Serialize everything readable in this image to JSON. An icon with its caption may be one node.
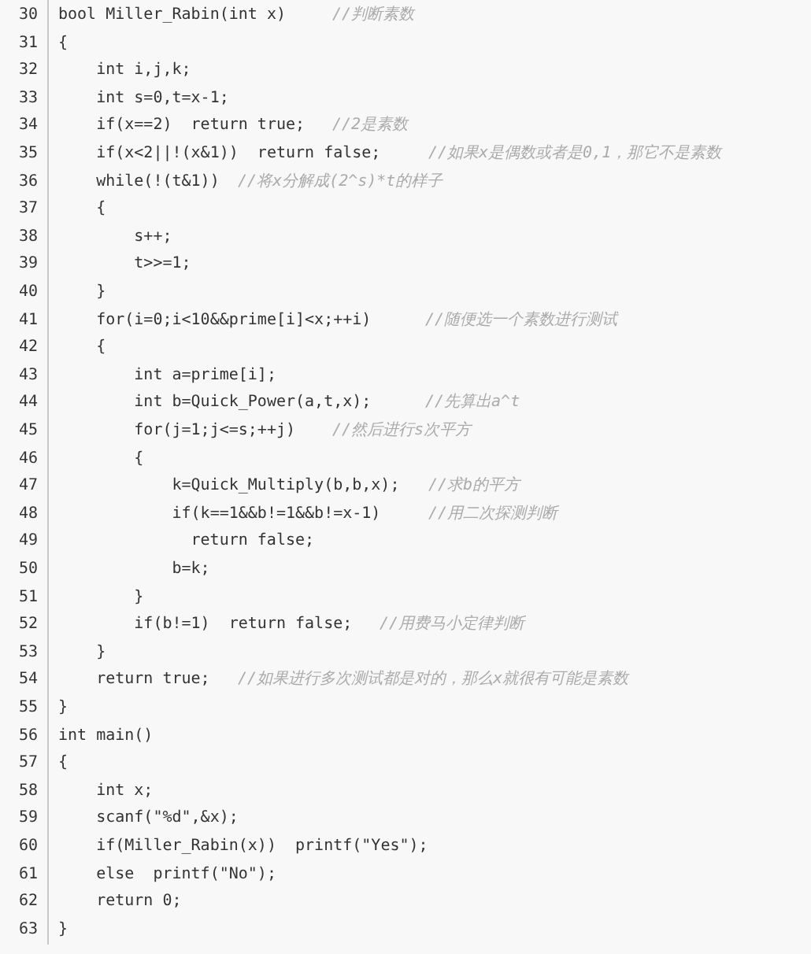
{
  "diagram": {
    "labels": [
      "30",
      "bool Miller_Rabin(int x)",
      "//判断素数",
      "31",
      "{",
      "32",
      "int i,j,k;",
      "33",
      "int s=0,t=x-1;",
      "34",
      "if(x==2)  return true;",
      "//2是素数",
      "35",
      "if(x<2||!(x&1))  return false;",
      "//如果x是偶数或者是0,1，那它不是素数",
      "36",
      "while(!(t&1))",
      "//将x分解成(2^s)*t的样子",
      "37",
      "{",
      "38",
      "s++;",
      "39",
      "t>>=1;",
      "40",
      "}",
      "41",
      "for(i=0;i<10&&prime[i]<x;++i)",
      "//随便选一个素数进行测试",
      "42",
      "{",
      "43",
      "int a=prime[i];",
      "44",
      "int b=Quick_Power(a,t,x);",
      "//先算出a^t",
      "45",
      "for(j=1;j<=s;++j)",
      "//然后进行s次平方",
      "46",
      "{",
      "47",
      "k=Quick_Multiply(b,b,x);",
      "//求b的平方",
      "48",
      "if(k==1&&b!=1&&b!=x-1)",
      "//用二次探测判断",
      "49",
      "return false;",
      "50",
      "b=k;",
      "51",
      "}",
      "52",
      "if(b!=1)  return false;",
      "//用费马小定律判断",
      "53",
      "}",
      "54",
      "return true;",
      "//如果进行多次测试都是对的，那么x就很有可能是素数",
      "55",
      "}",
      "56",
      "int main()",
      "57",
      "{",
      "58",
      "int x;",
      "59",
      "scanf(\"%d\",&x);",
      "60",
      "if(Miller_Rabin(x))  printf(\"Yes\");",
      "61",
      "else  printf(\"No\");",
      "62",
      "return 0;",
      "63",
      "}"
    ]
  }
}
